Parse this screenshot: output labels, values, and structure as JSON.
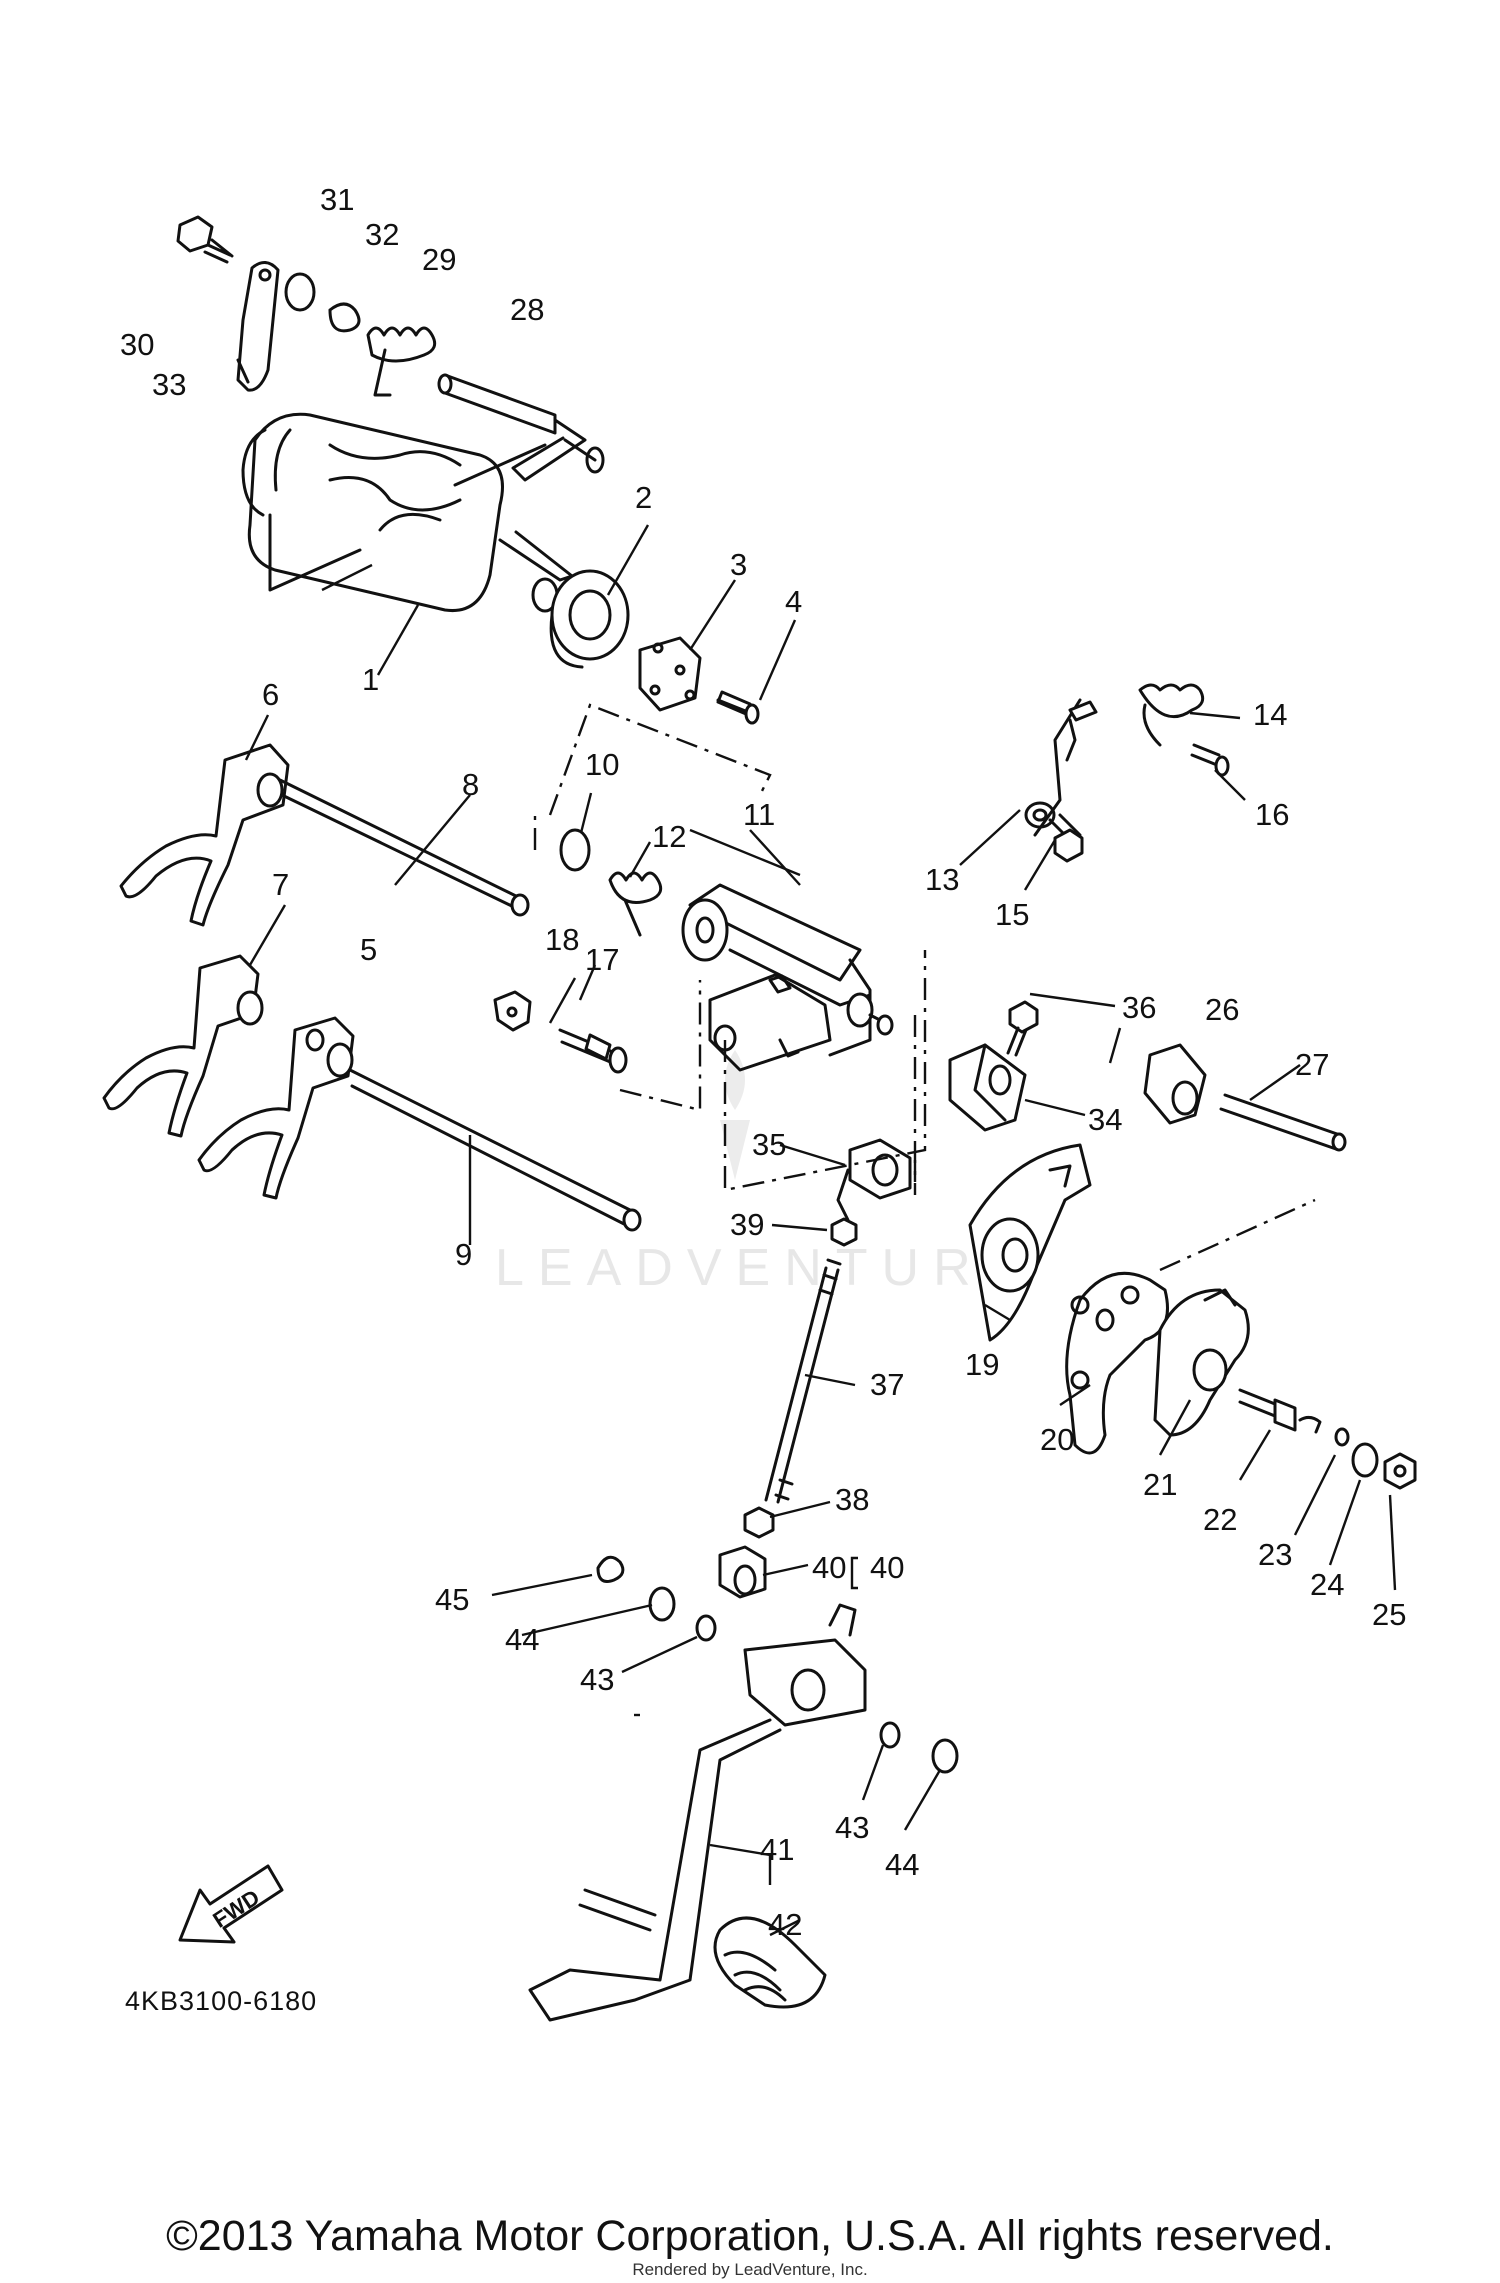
{
  "diagram": {
    "code": "4KB3100-6180",
    "fwd_label": "FWD",
    "watermark": "LEADVENTURE",
    "copyright": "©2013 Yamaha Motor Corporation, U.S.A. All rights reserved.",
    "rendered_by": "Rendered by LeadVenture, Inc.",
    "callouts": [
      "1",
      "2",
      "3",
      "4",
      "5",
      "6",
      "7",
      "8",
      "9",
      "10",
      "11",
      "12",
      "13",
      "14",
      "15",
      "16",
      "17",
      "18",
      "19",
      "20",
      "21",
      "22",
      "23",
      "24",
      "25",
      "26",
      "27",
      "28",
      "29",
      "30",
      "31",
      "32",
      "33",
      "34",
      "35",
      "36",
      "37",
      "38",
      "39",
      "40",
      "41",
      "40",
      "42",
      "43",
      "43",
      "44",
      "44",
      "45"
    ]
  }
}
